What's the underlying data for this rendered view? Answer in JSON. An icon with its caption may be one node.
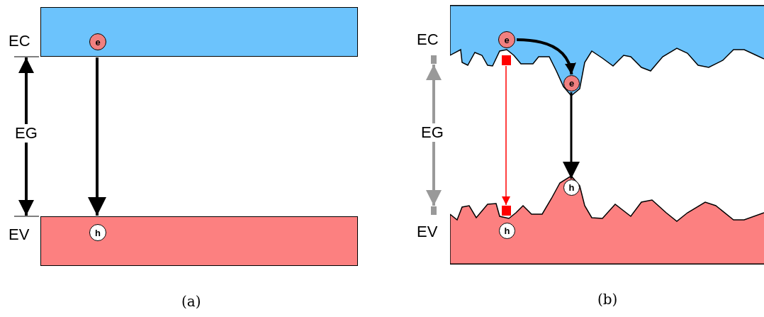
{
  "diagram": {
    "nodes": [
      {
        "text": [],
        "shape": "box"
      },
      {
        "text": [
          "e"
        ],
        "in": 0
      },
      {
        "text": [],
        "shape": "box"
      },
      {
        "text": [
          "h"
        ],
        "in": 2
      },
      {
        "text": [],
        "shape": "box"
      },
      {
        "text": [
          "e"
        ],
        "in": 4
      },
      {
        "text": [
          "e"
        ],
        "in": 4
      },
      {
        "text": [],
        "shape": "box"
      },
      {
        "text": [
          "h"
        ],
        "in": 7
      },
      {
        "text": [
          "h"
        ],
        "in": 7
      },
      {
        "text": [],
        "shape": "box",
        "in": 4
      },
      {
        "text": [],
        "shape": "box",
        "in": 7
      },
      {
        "text": [],
        "shape": "box"
      },
      {
        "text": [],
        "shape": "box"
      }
    ],
    "edges": [
      {
        "from": 0,
        "to": 2,
        "arrow": "to"
      },
      {
        "from": 5,
        "to": 6,
        "arrow": "to"
      },
      {
        "from": 6,
        "to": 8,
        "arrow": "to"
      },
      {
        "from": 10,
        "to": 11,
        "arrow": "to",
        "color": "#ff0000"
      },
      {
        "from": 0,
        "to": 2,
        "arrow": "both",
        "label": "EG"
      },
      {
        "from": 12,
        "to": 13,
        "arrow": "both",
        "label": "EG",
        "color": "#999999"
      }
    ],
    "labels": [
      "EC",
      "EV",
      "(a)",
      "EC",
      "EV",
      "(b)"
    ]
  }
}
